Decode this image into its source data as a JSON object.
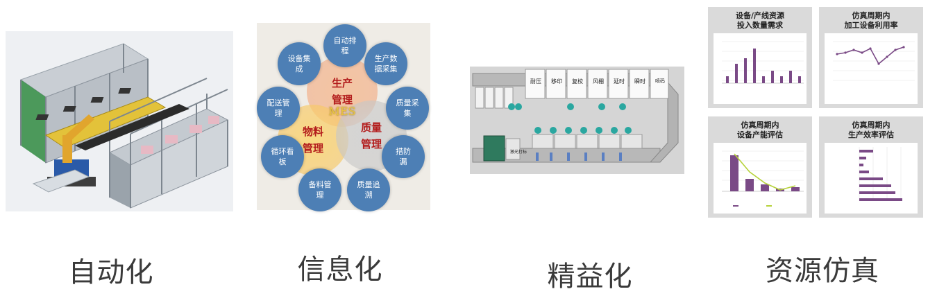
{
  "captions": {
    "automation": "自动化",
    "informatization": "信息化",
    "lean": "精益化",
    "simulation": "资源仿真"
  },
  "mes": {
    "center": "MES",
    "big": {
      "production": "生产\n管理",
      "material": "物料\n管理",
      "quality": "质量\n管理"
    },
    "petals": [
      "自动排\n程",
      "生产数\n据采集",
      "质量采\n集",
      "措防\n漏",
      "质量追\n溯",
      "备料管\n理",
      "循环看\n板",
      "配送管\n理",
      "设备集\n成"
    ]
  },
  "lean": {
    "stations": [
      "耐压",
      "移印",
      "复校",
      "风棚",
      "延时",
      "瞬时",
      "喷码"
    ],
    "sign": "激光打标"
  },
  "simulation": {
    "cards": [
      {
        "title": "设备/产线资源\n投入数量需求"
      },
      {
        "title": "仿真周期内\n加工设备利用率"
      },
      {
        "title": "仿真周期内\n设备产能评估"
      },
      {
        "title": "仿真周期内\n生产效率评估"
      }
    ]
  },
  "colors": {
    "petal": "#4d7fb5",
    "bar_purple": "#7a4a86",
    "line_green": "#b6d23a",
    "frame_gray": "#9aa3ab",
    "machine_green": "#2f8a3f"
  }
}
